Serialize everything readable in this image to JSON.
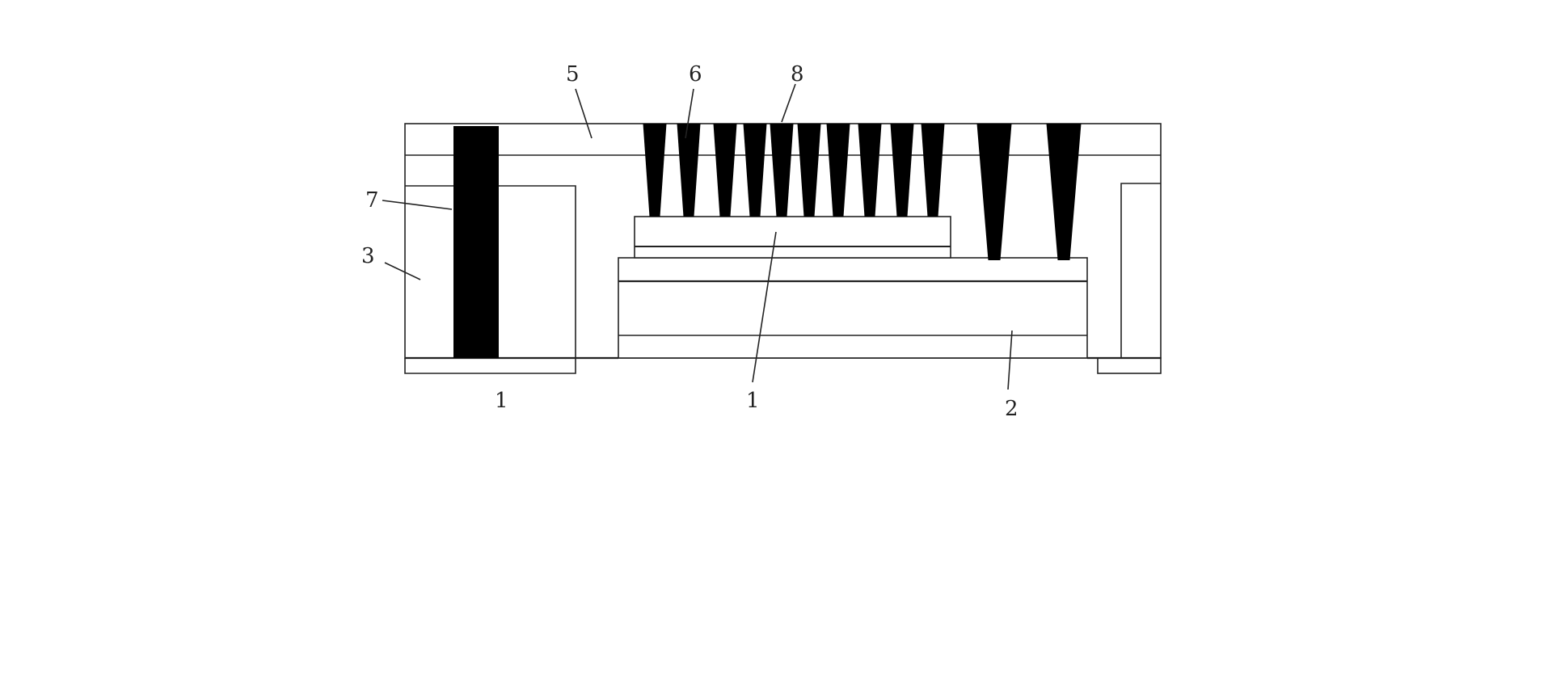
{
  "figure": {
    "labels": {
      "label_5": "5",
      "label_6": "6",
      "label_8": "8",
      "label_7": "7",
      "label_3": "3",
      "label_1_left": "1",
      "label_1_center": "1",
      "label_2": "2"
    },
    "colors": {
      "line": "#222222",
      "fill": "#000000",
      "background": "#ffffff"
    }
  }
}
